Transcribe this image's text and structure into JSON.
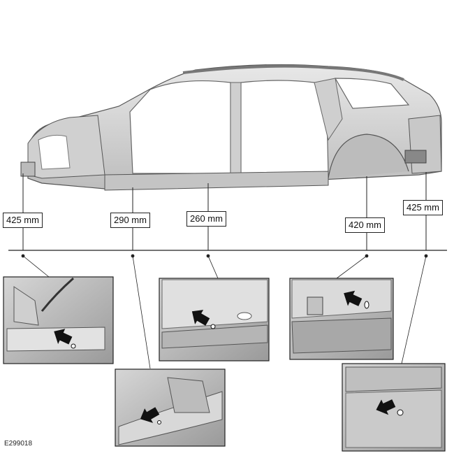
{
  "figure_id": "E299018",
  "dimensions": [
    {
      "label": "425 mm"
    },
    {
      "label": "290 mm"
    },
    {
      "label": "260 mm"
    },
    {
      "label": "420 mm"
    },
    {
      "label": "425 mm"
    }
  ],
  "colors": {
    "line": "#222222",
    "body_fill": "#dcdcdc",
    "body_shade": "#b8b8b8",
    "arrow": "#111111"
  }
}
